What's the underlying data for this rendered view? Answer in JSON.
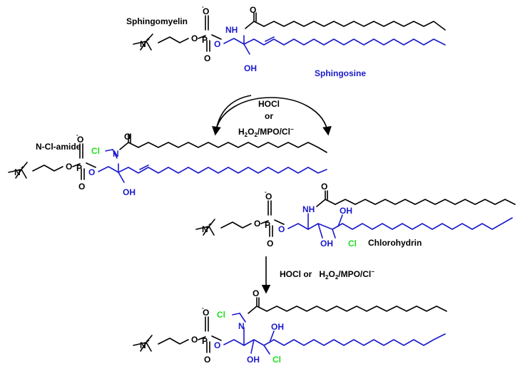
{
  "labels": {
    "sphingomyelin": "Sphingomyelin",
    "sphingosine": "Sphingosine",
    "n_cl_amide": "N-Cl-amide",
    "chlorohydrin": "Chlorohydrin"
  },
  "reagents": {
    "hocl": "HOCl",
    "or": "or",
    "h2o2_prefix": "H",
    "h2o2_sub": "2",
    "o2_text": "O",
    "o2_sub": "2",
    "mpo_cl": "/MPO/Cl",
    "minus": "−",
    "hocl_or": "HOCl   or",
    "h2o2_line2_prefix": "H"
  },
  "atoms": {
    "N": "N",
    "plus": "+",
    "O": "O",
    "P": "P",
    "O_minus": "-",
    "NH": "NH",
    "OH": "OH",
    "Cl": "Cl"
  },
  "colors": {
    "black": "#000000",
    "blue": "#1a1acc",
    "green": "#22dd22"
  }
}
